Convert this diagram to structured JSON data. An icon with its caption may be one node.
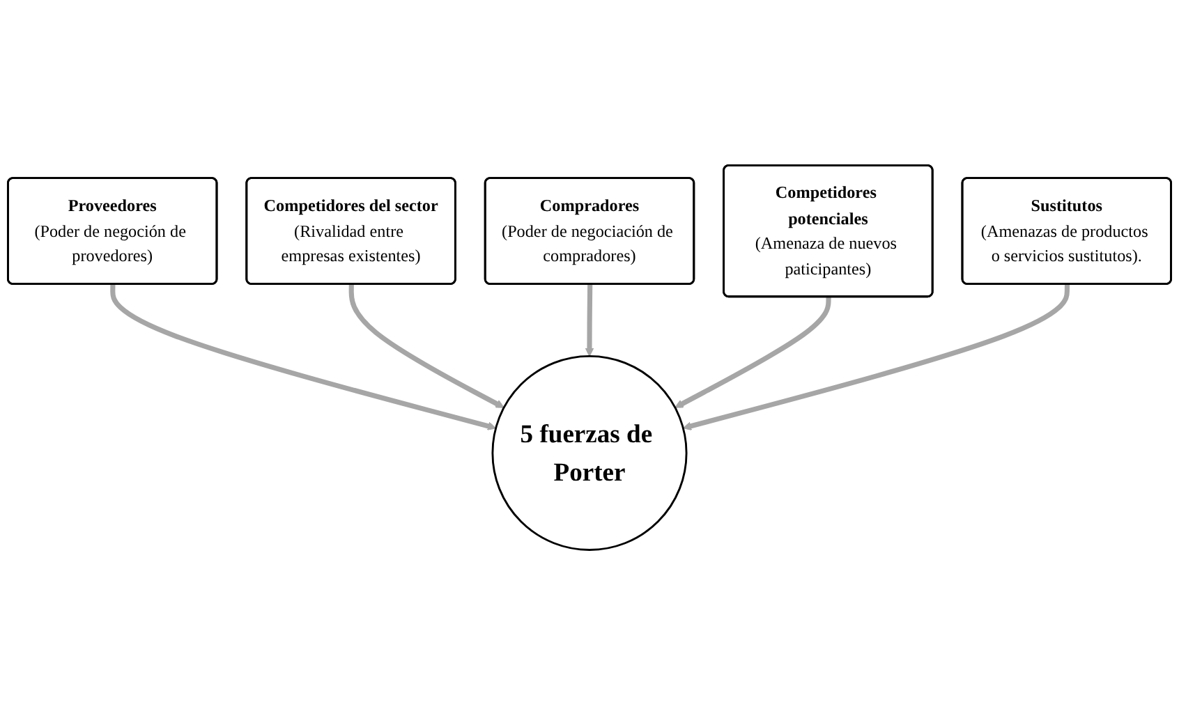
{
  "diagram": {
    "nodes": [
      {
        "text": [
          "Proveedores",
          "(Poder de negoción de provedores)"
        ]
      },
      {
        "text": [
          "Competidores del sector",
          "(Rivalidad entre empresas existentes)"
        ]
      },
      {
        "text": [
          "Compradores",
          "(Poder de negociación de compradores)"
        ]
      },
      {
        "text": [
          "Competidores potenciales",
          "(Amenaza de nuevos paticipantes)"
        ]
      },
      {
        "text": [
          "5 fuerzas de Porter"
        ]
      },
      {
        "text": [
          "Sustitutos",
          "(Amenazas de productos o servicios sustitutos)."
        ]
      }
    ],
    "edges": [
      {
        "from": 0,
        "to": 4,
        "arrow": "to"
      },
      {
        "from": 1,
        "to": 4,
        "arrow": "to"
      },
      {
        "from": 2,
        "to": 4,
        "arrow": "to"
      },
      {
        "from": 3,
        "to": 4,
        "arrow": "to"
      },
      {
        "from": 5,
        "to": 4,
        "arrow": "to"
      }
    ]
  }
}
